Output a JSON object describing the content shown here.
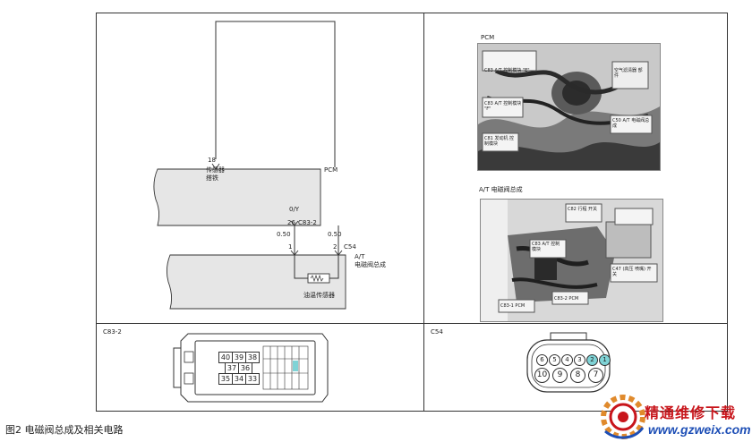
{
  "figure": {
    "caption": "图2  电磁阀总成及相关电路"
  },
  "circuit": {
    "pin_top": "18",
    "module_label_1": "传感器",
    "module_label_2": "搭铁",
    "module_name": "PCM",
    "wire_mid": "0/Y",
    "pin_pcm": "26",
    "conn_pcm": "C83-2",
    "wire_left_size": "0.50",
    "wire_right_size": "0.50",
    "pin_left": "1",
    "pin_right": "2",
    "conn_valve": "C54",
    "valve_name_1": "A/T",
    "valve_name_2": "电磁阀总成",
    "sensor_name": "油温传感器"
  },
  "photos": {
    "pcm_title": "PCM",
    "pcm_labels": [
      "C83 A/T 控制模块 \"E\"",
      "C83 A/T 控制模块 \"F\"",
      "C81 发动机 控制模块",
      "空气滤清器 部件",
      "C50 A/T 电磁阀总成"
    ],
    "valve_title": "A/T 电磁阀总成",
    "valve_labels": [
      "C83 A/T 控制模块",
      "C82 行程 开关",
      "C83-2 PCM",
      "C83-1 PCM",
      "C47 (高压 喷嘴) 开关"
    ]
  },
  "conn_c83": {
    "title": "C83-2",
    "row1": [
      "40",
      "39",
      "38"
    ],
    "row2": [
      "37",
      "36"
    ],
    "row3": [
      "35",
      "34",
      "33"
    ]
  },
  "conn_c54": {
    "title": "C54",
    "row1": [
      "6",
      "5",
      "4",
      "3",
      "2",
      "1"
    ],
    "row2": [
      "10",
      "9",
      "8",
      "7"
    ]
  },
  "watermark": {
    "brand": "精通维修下载",
    "url": "www.gzweix.com"
  },
  "colors": {
    "line": "#333333",
    "panel": "#e6e6e6",
    "highlight": "#7fd3d6",
    "brand_red": "#c8151b",
    "url_blue": "#1e4fb6"
  }
}
